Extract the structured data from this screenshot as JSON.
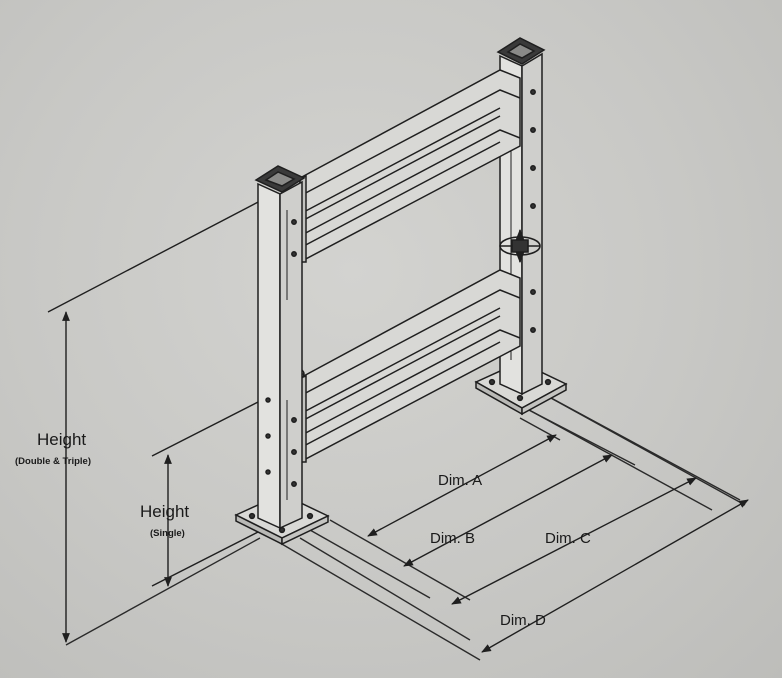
{
  "labels": {
    "height_double_triple": {
      "title": "Height",
      "note": "(Double & Triple)"
    },
    "height_single": {
      "title": "Height",
      "note": "(Single)"
    },
    "dim_a": "Dim. A",
    "dim_b": "Dim. B",
    "dim_c": "Dim. C",
    "dim_d": "Dim. D"
  },
  "colors": {
    "background": "#c9c9c6",
    "line": "#1f1f1f",
    "post_fill": "#dededb",
    "rail_fill": "#d6d6d3",
    "post_cap": "#3a3a3a"
  }
}
